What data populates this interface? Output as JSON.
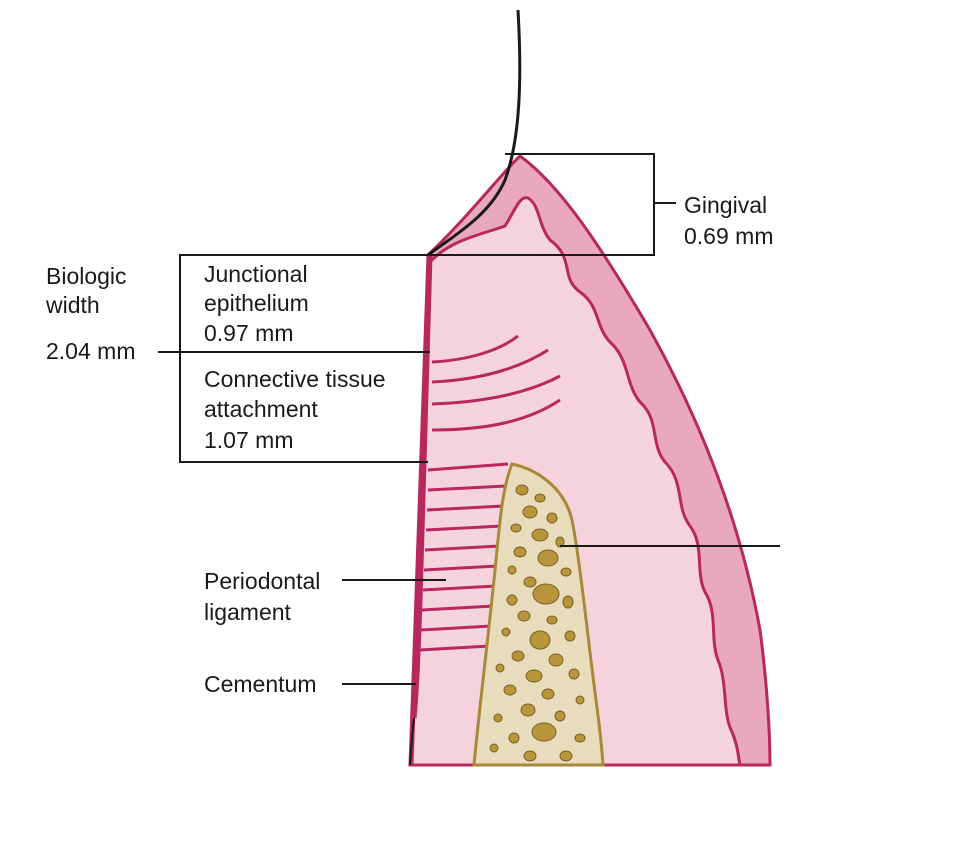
{
  "figure": {
    "biologic_width": {
      "line1": "Biologic",
      "line2": "width",
      "value": "2.04 mm"
    },
    "junctional_epithelium": {
      "line1": "Junctional",
      "line2": "epithelium",
      "value": "0.97 mm"
    },
    "connective_tissue": {
      "line1": "Connective tissue",
      "line2": "attachment",
      "value": "1.07 mm"
    },
    "gingival": {
      "line1": "Gingival",
      "value": "0.69 mm"
    },
    "periodontal_ligament": {
      "line1": "Periodontal",
      "line2": "ligament"
    },
    "cementum": {
      "line1": "Cementum"
    }
  },
  "colors": {
    "gingiva_outer": "#e9a8bd",
    "gingiva_inner": "#f5d3dd",
    "epithelium_line": "#b8285e",
    "bone_fill": "#e8dcbc",
    "bone_trabeculae": "#a8893a",
    "line": "#1a1a1a"
  }
}
